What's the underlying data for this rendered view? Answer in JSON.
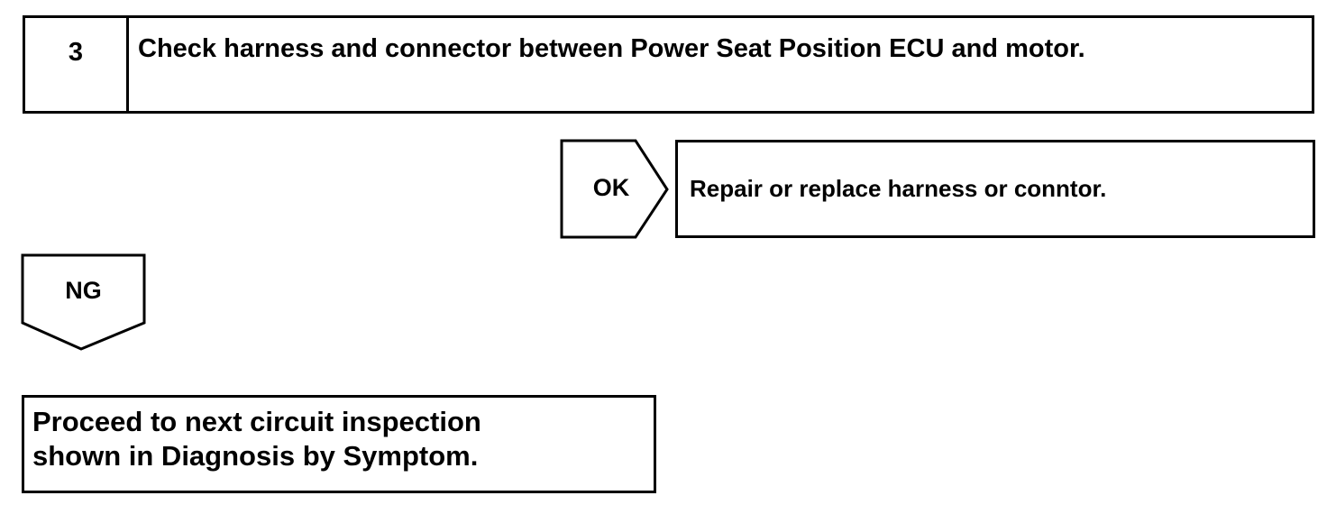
{
  "step": {
    "number": "3",
    "text": "Check harness and connector between Power Seat Position ECU and motor."
  },
  "ok_branch": {
    "label": "OK",
    "result": "Repair or replace harness or conntor."
  },
  "ng_branch": {
    "label": "NG",
    "result_lines": [
      "Proceed to next circuit inspection",
      "shown in Diagnosis by Symptom."
    ]
  }
}
